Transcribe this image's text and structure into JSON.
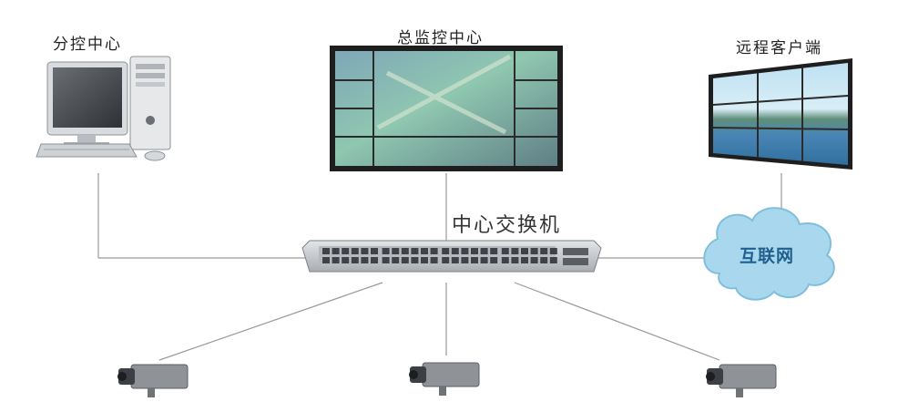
{
  "labels": {
    "branch_center": "分控中心",
    "main_center": "总监控中心",
    "remote_client": "远程客户端",
    "switch": "中心交换机",
    "internet": "互联网"
  },
  "colors": {
    "line": "#9a9a9a",
    "cloud_fill": "#a9d8ee",
    "cloud_stroke": "#7fbfdc",
    "cloud_text": "#1f5f8f",
    "switch_body": "#c9ccd0",
    "screen_frame": "#2b2b2b",
    "camera_body": "#8f9398"
  },
  "icons": {
    "workstation": "desktop-computer-icon",
    "video_wall": "video-wall-monitor-icon",
    "remote_wall": "remote-video-wall-icon",
    "switch": "network-switch-icon",
    "internet": "cloud-icon",
    "camera": "cctv-camera-icon"
  }
}
